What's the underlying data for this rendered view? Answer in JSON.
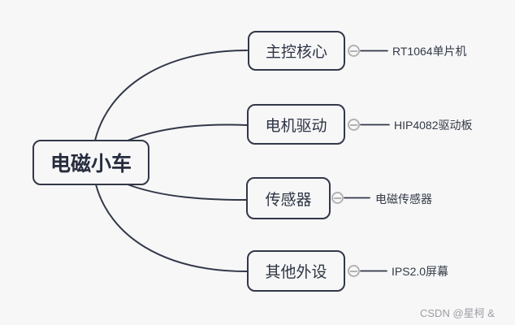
{
  "watermark": "CSDN @星柯 &",
  "colors": {
    "background": "#f7f7f8",
    "node_border": "#323848",
    "node_text": "#2e3444",
    "edge_line": "#323848",
    "toggle_gray": "#b3b3b3",
    "leaf_text": "#333a45",
    "watermark_gray": "#9c9ea3"
  },
  "mindmap": {
    "root": {
      "label": "电磁小车"
    },
    "branches": [
      {
        "label": "主控核心",
        "leaf": "RT1064单片机"
      },
      {
        "label": "电机驱动",
        "leaf": "HIP4082驱动板"
      },
      {
        "label": "传感器",
        "leaf": "电磁传感器"
      },
      {
        "label": "其他外设",
        "leaf": "IPS2.0屏幕"
      }
    ]
  }
}
